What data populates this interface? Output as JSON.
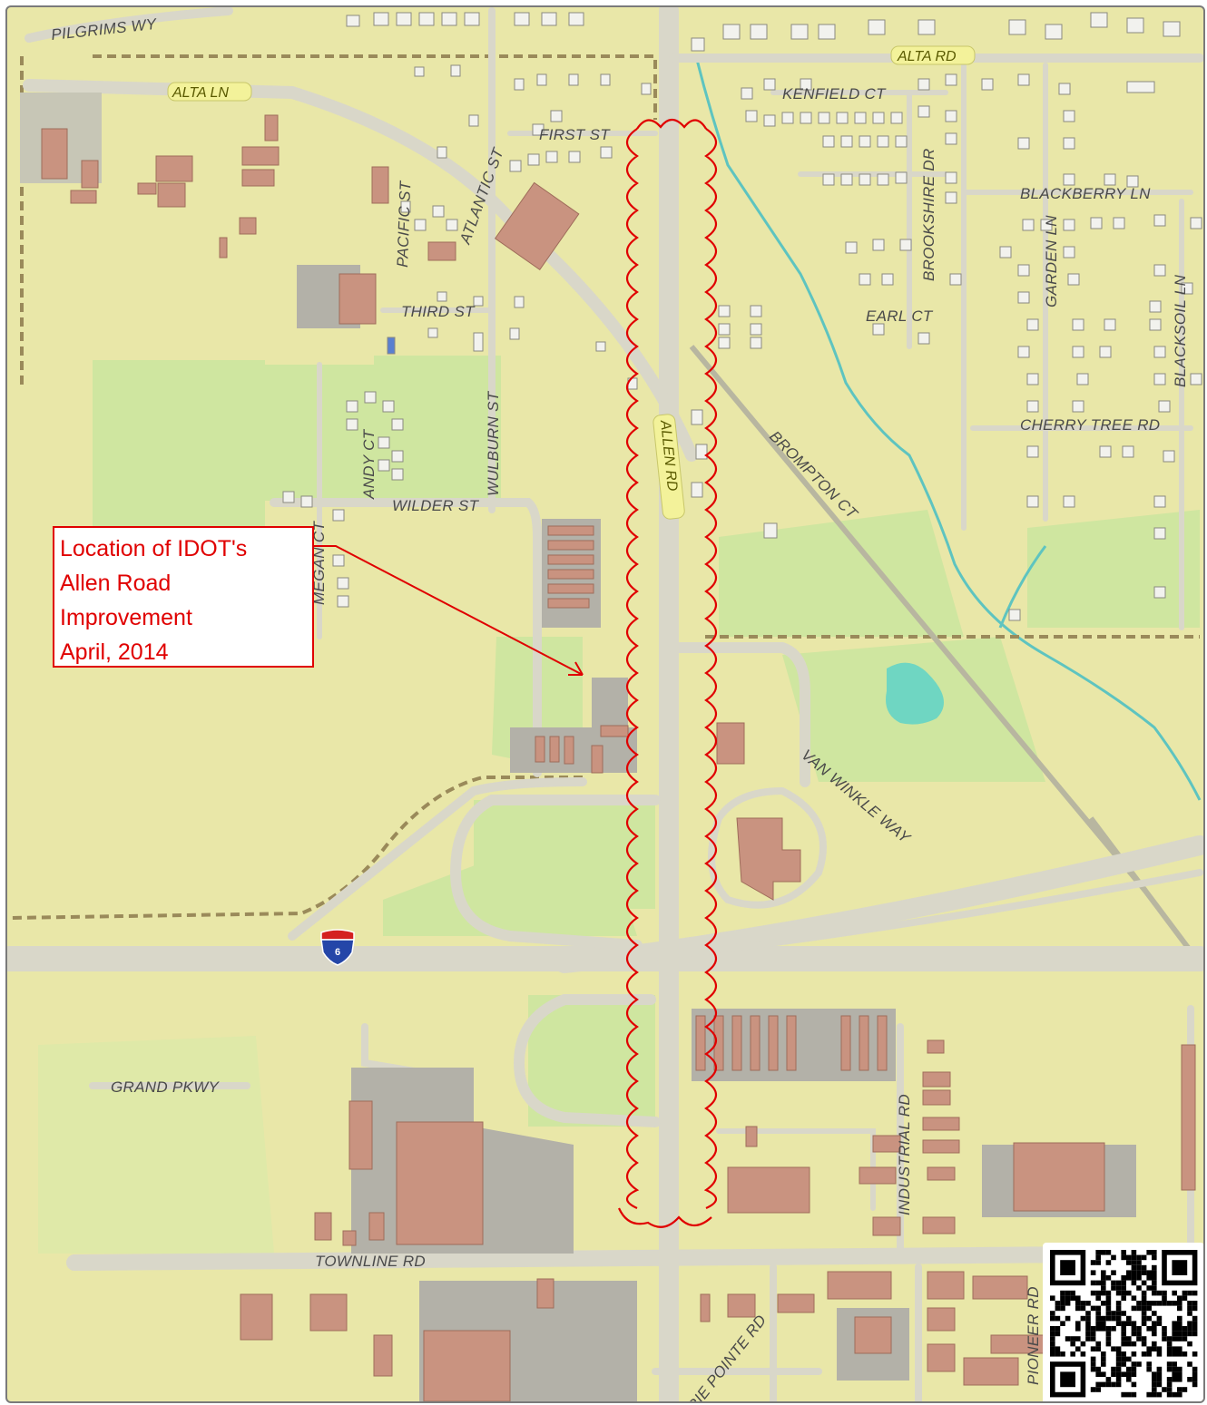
{
  "callout": {
    "lines": [
      "Location of IDOT's",
      "Allen Road",
      "Improvement",
      "April, 2014"
    ]
  },
  "interstate_shield": {
    "number": "6"
  },
  "roads": {
    "pilgrims_wy": "PILGRIMS WY",
    "alta_rd": "ALTA RD",
    "alta_ln": "ALTA LN",
    "kenfield_ct": "KENFIELD CT",
    "first_st": "FIRST ST",
    "atlantic_st": "ATLANTIC ST",
    "pacific_st": "PACIFIC ST",
    "blackberry_ln": "BLACKBERRY LN",
    "brookshire_dr": "BROOKSHIRE DR",
    "garden_ln": "GARDEN LN",
    "blacksoil_ln": "BLACKSOIL LN",
    "third_st": "THIRD ST",
    "earl_ct": "EARL CT",
    "wulburn_st": "WULBURN ST",
    "andy_ct": "ANDY CT",
    "allen_rd": "ALLEN RD",
    "brompton_ct": "BROMPTON CT",
    "cherry_tree_rd": "CHERRY TREE RD",
    "wilder_st": "WILDER ST",
    "megan_ct": "MEGAN CT",
    "van_winkle_way": "VAN WINKLE WAY",
    "grand_pkwy": "GRAND PKWY",
    "industrial_rd": "INDUSTRIAL RD",
    "townline_rd": "TOWNLINE RD",
    "prairie_pointe_rd": "PRAIRIE POINTE RD",
    "pioneer_rd": "PIONEER RD"
  },
  "colors": {
    "terrain": "#e9e7a8",
    "green_space": "#cfe6a0",
    "road": "#d9d7c9",
    "building": "#c99380",
    "parking": "#b3b1a8",
    "water": "#6fd6c2",
    "stream": "#5ec4c0",
    "boundary": "#9a8a5a",
    "callout": "#e00000",
    "shield_red": "#d42020",
    "shield_blue": "#2446a8",
    "highlight_label": "#f3f29a"
  },
  "icons": [
    "interstate-shield-icon",
    "qr-code-icon",
    "callout-arrow-icon",
    "project-area-cloud-icon"
  ]
}
